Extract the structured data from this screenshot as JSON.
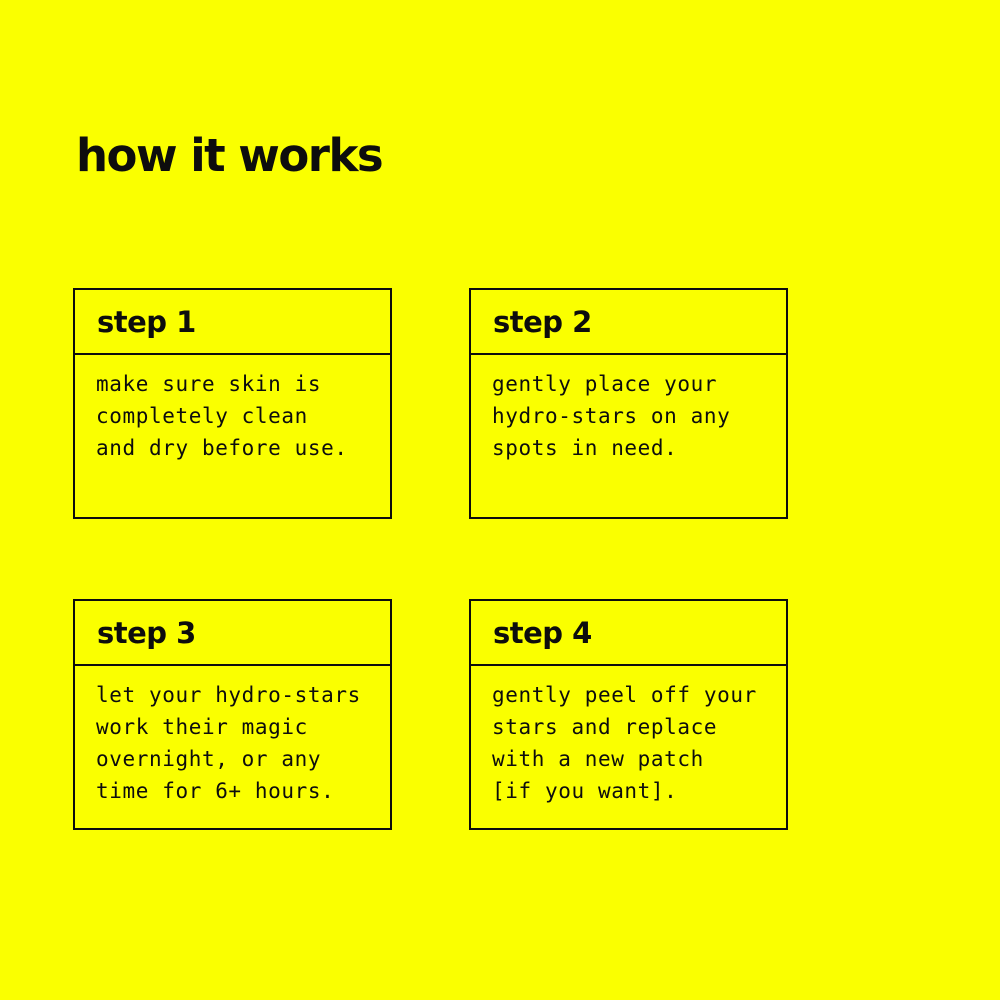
{
  "page": {
    "title": "how it works",
    "background_color": "#FAFF00",
    "text_color": "#0d0d0d"
  },
  "steps": [
    {
      "label": "step 1",
      "text": "make sure skin is\ncompletely clean\nand dry before use."
    },
    {
      "label": "step 2",
      "text": "gently place your\nhydro-stars on any\nspots in need."
    },
    {
      "label": "step 3",
      "text": "let your hydro-stars\nwork their magic\novernight, or any\ntime for 6+ hours."
    },
    {
      "label": "step 4",
      "text": "gently peel off your\nstars and replace\nwith a new patch\n[if you want]."
    }
  ]
}
